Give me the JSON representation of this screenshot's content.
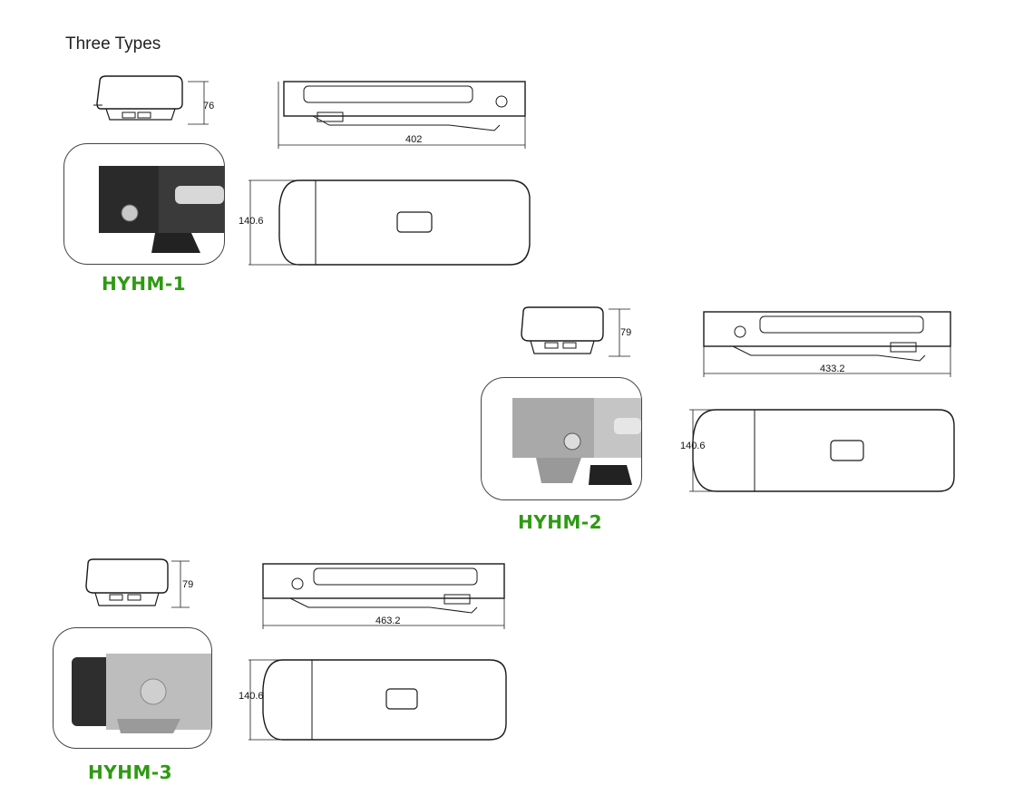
{
  "page": {
    "title": "Three Types"
  },
  "colors": {
    "accent": "#2e9a12",
    "line": "#1a1a1a"
  },
  "models": [
    {
      "label": "HYHM-1",
      "dims": {
        "height": "76",
        "length": "402",
        "width": "140.6"
      },
      "photo_icon": "battery-lock-closeup-icon"
    },
    {
      "label": "HYHM-2",
      "dims": {
        "height": "79",
        "length": "433.2",
        "width": "140.6"
      },
      "photo_icon": "battery-lock-closeup-icon"
    },
    {
      "label": "HYHM-3",
      "dims": {
        "height": "79",
        "length": "463.2",
        "width": "140.6"
      },
      "photo_icon": "battery-end-cap-closeup-icon"
    }
  ]
}
